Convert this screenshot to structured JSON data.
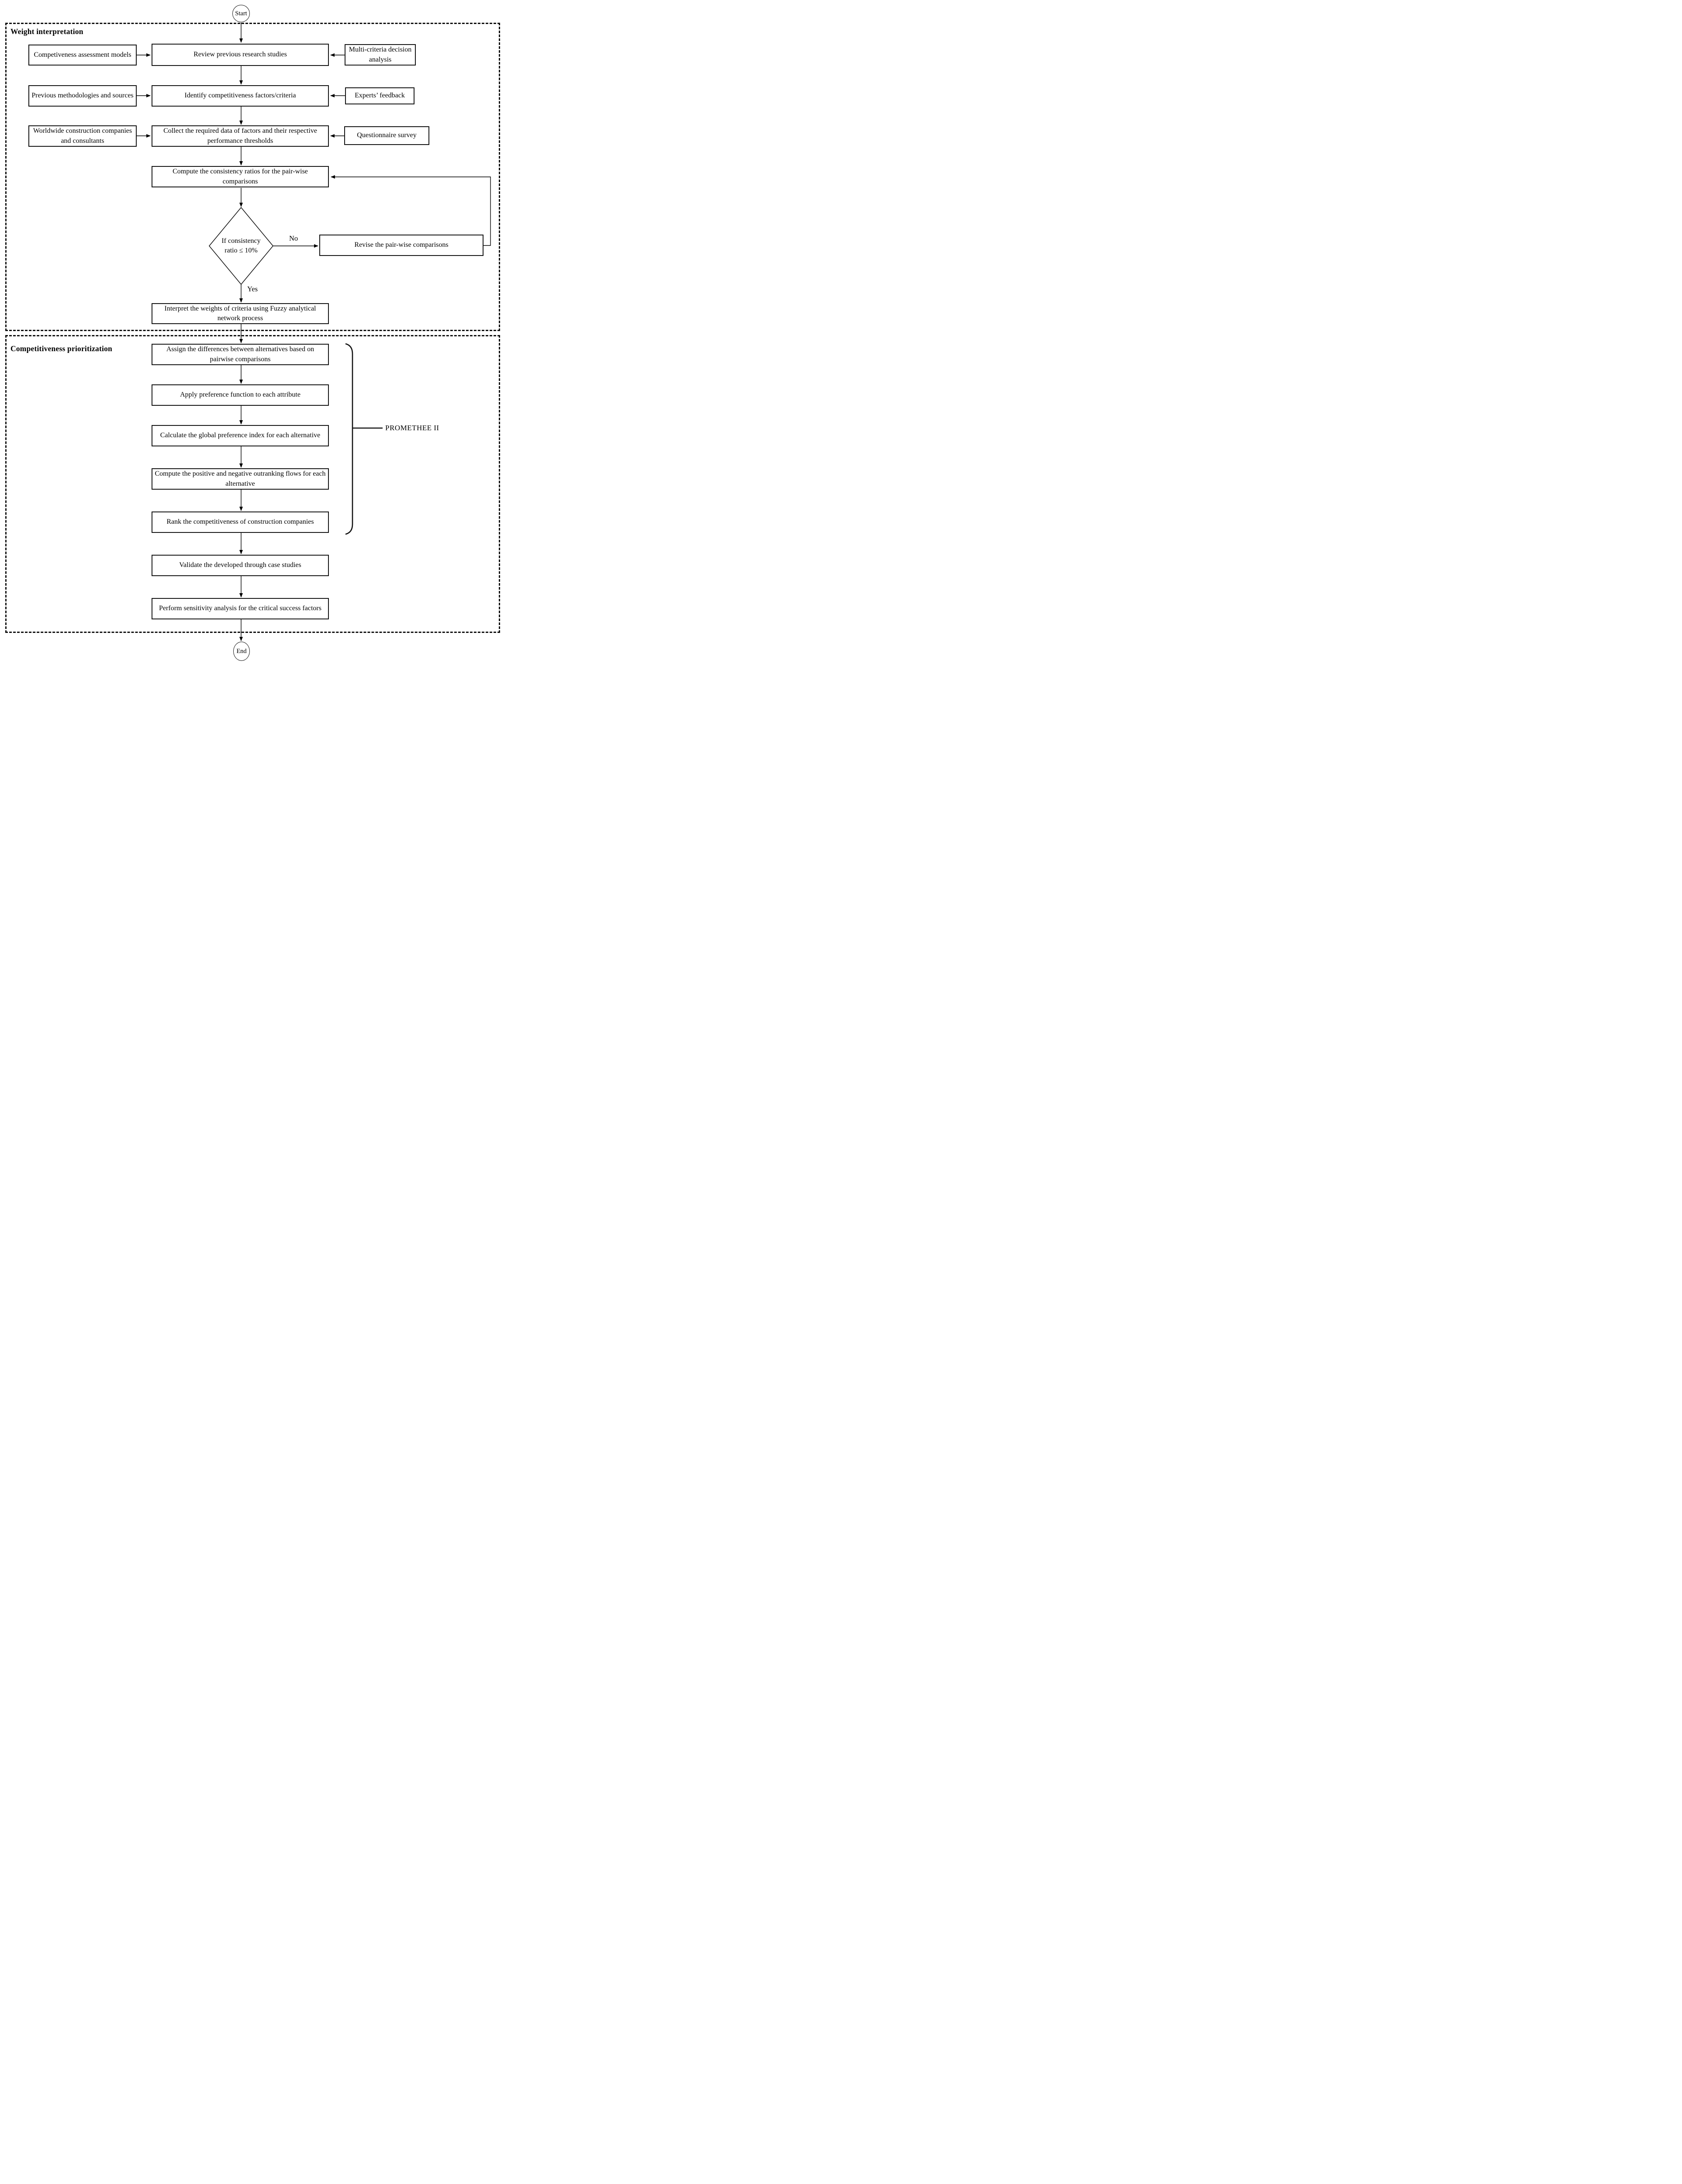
{
  "flowchart": {
    "start": "Start",
    "end": "End",
    "weight_section": {
      "title": "Weight interpretation",
      "nodes": {
        "review": "Review previous research studies",
        "identify": "Identify competitiveness factors/criteria",
        "collect": "Collect the required data of factors and their respective performance thresholds",
        "compute_cr": "Compute the consistency ratios for the pair-wise comparisons",
        "revise": "Revise the pair-wise comparisons",
        "interpret": "Interpret the weights of criteria using Fuzzy analytical network process"
      },
      "inputs": {
        "models": "Competiveness assessment models",
        "mcda": "Multi-criteria decision analysis",
        "methods": "Previous methodologies and sources",
        "experts": "Experts’ feedback",
        "worldwide": "Worldwide construction companies and consultants",
        "questionnaire": "Questionnaire survey"
      },
      "decision": {
        "text": "If consistency ratio ≤ 10%",
        "no": "No",
        "yes": "Yes"
      }
    },
    "prioritization_section": {
      "title": "Competitiveness prioritization",
      "method_label": "PROMETHEE II",
      "nodes": {
        "assign": "Assign the differences between alternatives based on pairwise comparisons",
        "apply": "Apply preference function to each attribute",
        "global_index": "Calculate the global preference index for each alternative",
        "outranking": "Compute the positive and negative outranking flows for each alternative",
        "rank": "Rank the competitiveness of construction companies",
        "validate": "Validate the developed through case studies",
        "sensitivity": "Perform sensitivity analysis for the critical success factors"
      }
    }
  }
}
